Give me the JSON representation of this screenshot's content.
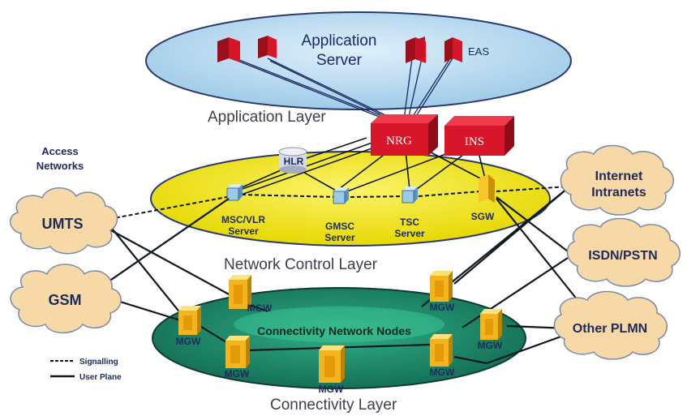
{
  "layers": {
    "application": "Application Layer",
    "control": "Network Control Layer",
    "connectivity": "Connectivity Layer"
  },
  "application_server": {
    "line1": "Application",
    "line2": "Server",
    "eas": "EAS"
  },
  "servers": {
    "nrg": "NRG",
    "ins": "INS"
  },
  "control_nodes": {
    "hlr": "HLR",
    "msc_line1": "MSC/VLR",
    "msc_line2": "Server",
    "gmsc_line1": "GMSC",
    "gmsc_line2": "Server",
    "tsc_line1": "TSC",
    "tsc_line2": "Server",
    "sgw": "SGW"
  },
  "connectivity": {
    "nodes_title": "Connectivity Network Nodes",
    "mgw": [
      "MGW",
      "MGW",
      "MGW",
      "MGW",
      "MGW",
      "MGW",
      "MGW"
    ]
  },
  "access": {
    "title_line1": "Access",
    "title_line2": "Networks",
    "umts": "UMTS",
    "gsm": "GSM"
  },
  "external": {
    "internet_line1": "Internet",
    "internet_line2": "Intranets",
    "isdn": "ISDN/PSTN",
    "plmn": "Other PLMN"
  },
  "legend": {
    "signalling": "Signalling",
    "user_plane": "User Plane"
  },
  "colors": {
    "app_disc": "#bcdcf2",
    "control_disc": "#f2ea2a",
    "connectivity_disc": "#1f8a6a",
    "server_red": "#d8162a",
    "cloud": "#f6d9a6",
    "node_gold": "#f2b51e"
  }
}
